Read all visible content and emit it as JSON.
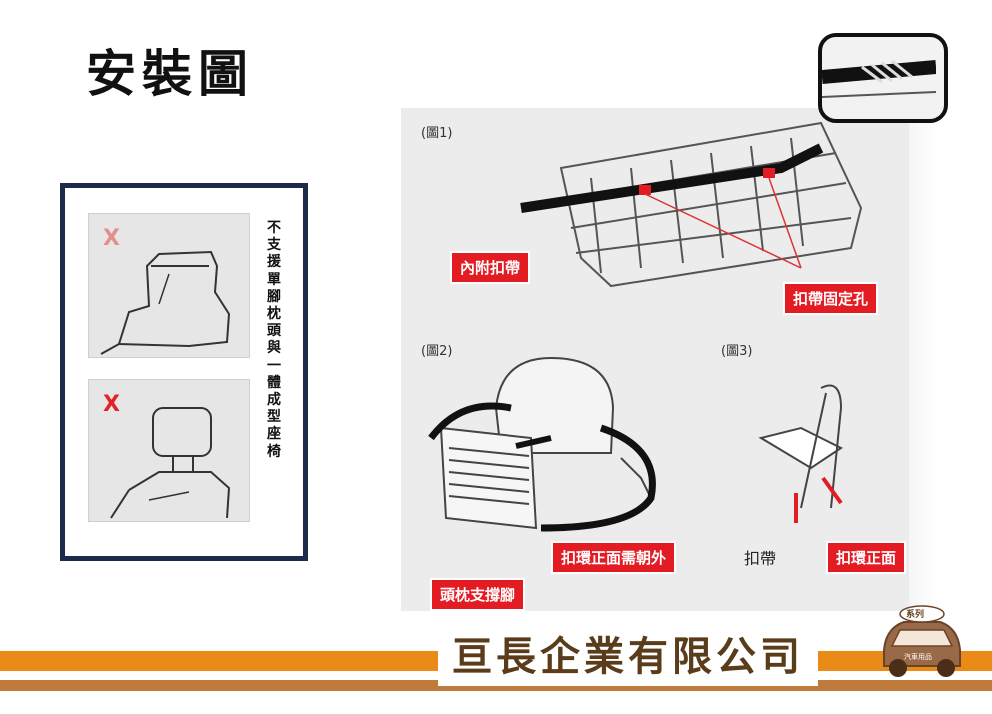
{
  "title": "安裝圖",
  "warning": {
    "x_mark": "X",
    "text": "不支援單腳枕頭與一體成型座椅"
  },
  "figures": {
    "fig1": "(圖1)",
    "fig2": "(圖2)",
    "fig3": "(圖3)"
  },
  "callouts": {
    "inner_strap": "內附扣帶",
    "strap_hole": "扣帶固定孔",
    "buckle_front_out": "扣環正面需朝外",
    "headrest_leg": "頭枕支撐腳",
    "strap": "扣帶",
    "buckle_front": "扣環正面"
  },
  "company": "亘長企業有限公司",
  "logo": {
    "brand": "系列",
    "sub": "汽車用品"
  },
  "colors": {
    "accent_red": "#e31b23",
    "orange_band": "#ea8a17",
    "brown_band": "#c07a3a",
    "box_border": "#1e2a4a"
  }
}
